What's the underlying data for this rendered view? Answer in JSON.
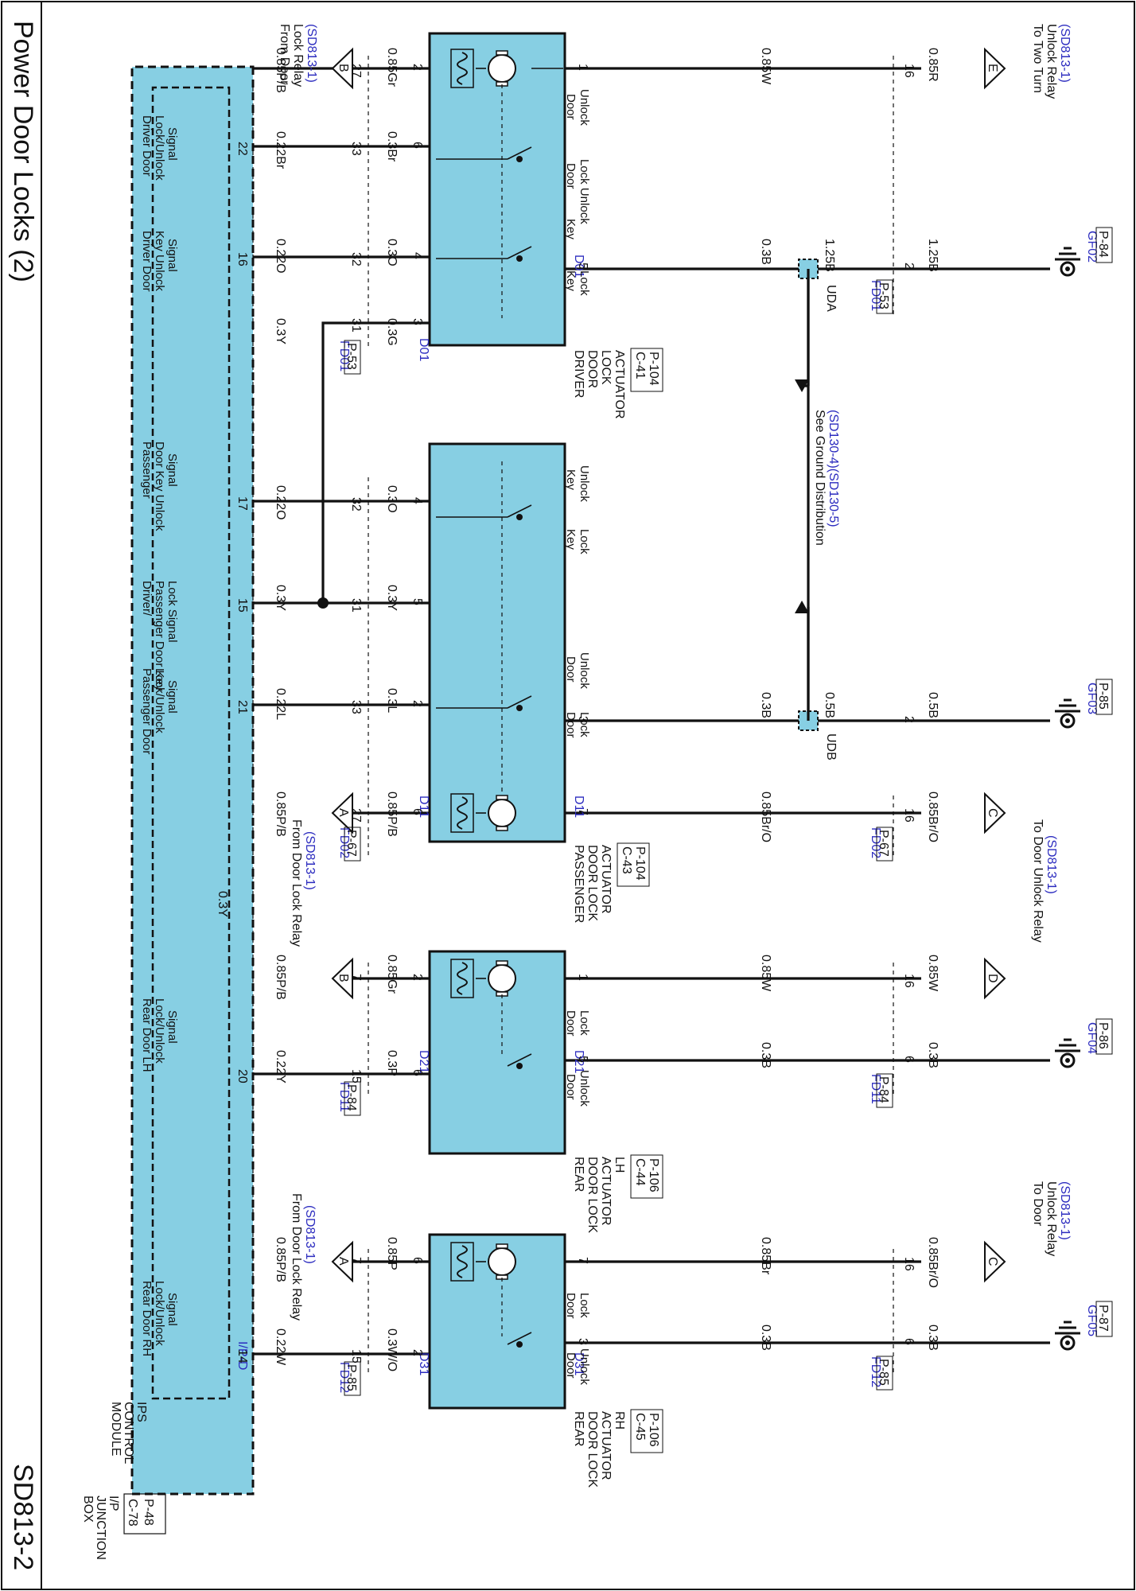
{
  "title": "Power Door Locks (2)",
  "code": "SD813-2",
  "ips": {
    "name_lines": [
      "IPS",
      "CONTROL",
      "MODULE"
    ],
    "jbox_lines": [
      "I/P",
      "JUNCTION",
      "BOX"
    ],
    "conn": [
      "P-48",
      "C-78"
    ],
    "i_p": "I/P-D",
    "pins": [
      {
        "pin": "22",
        "label": [
          "Driver Door",
          "Lock/Unlock",
          "Signal"
        ]
      },
      {
        "pin": "16",
        "label": [
          "Driver Door",
          "Key Unlock",
          "Signal"
        ]
      },
      {
        "pin": "17",
        "label": [
          "Passenger",
          "Door Key Unlock",
          "Signal"
        ]
      },
      {
        "pin": "15",
        "label": [
          "Driver/",
          "Passenger Door Key",
          "Lock Signal"
        ]
      },
      {
        "pin": "21",
        "label": [
          "Passenger Door",
          "Lock/Unlock",
          "Signal"
        ]
      },
      {
        "pin": "20",
        "label": [
          "Rear Door LH",
          "Lock/Unlock",
          "Signal"
        ]
      },
      {
        "pin": "14",
        "label": [
          "Rear Door RH",
          "Lock/Unlock",
          "Signal"
        ]
      }
    ]
  },
  "actuators": [
    {
      "name": [
        "DRIVER",
        "DOOR",
        "LOCK",
        "ACTUATOR"
      ],
      "conn": [
        "P-104",
        "C-41"
      ],
      "id": "D01",
      "switch1": [
        "Door",
        "Unlock"
      ],
      "switch1b": [
        "Door",
        "Lock Unlock"
      ],
      "switch2": [
        "Key"
      ],
      "switch2b": [
        "Key",
        "Lock"
      ]
    },
    {
      "name": [
        "PASSENGER",
        "DOOR LOCK",
        "ACTUATOR"
      ],
      "conn": [
        "P-104",
        "C-43"
      ],
      "id": "D11",
      "switch1": [
        "Key",
        "Unlock"
      ],
      "switch1b": [
        "Key",
        "Lock"
      ],
      "switch2": [
        "Door",
        "Unlock"
      ],
      "switch2b": [
        "Door",
        "Lock"
      ]
    },
    {
      "name": [
        "REAR",
        "DOOR LOCK",
        "ACTUATOR",
        "LH"
      ],
      "conn": [
        "P-106",
        "C-44"
      ],
      "id": "D21",
      "switch1": [
        "Door",
        "Lock"
      ],
      "switch1b": [
        "Door",
        "Unlock"
      ]
    },
    {
      "name": [
        "REAR",
        "DOOR LOCK",
        "ACTUATOR",
        "RH"
      ],
      "conn": [
        "P-106",
        "C-45"
      ],
      "id": "D31",
      "switch1": [
        "Door",
        "Lock"
      ],
      "switch1b": [
        "Door",
        "Unlock"
      ]
    }
  ],
  "connectors": {
    "fd01": "FD01",
    "fd02": "FD02",
    "fd11": "FD11",
    "fd12": "FD12",
    "p53": "P-53",
    "p67": "P-67",
    "p84": "P-84",
    "p85": "P-85"
  },
  "grounds": [
    {
      "id": "GF02",
      "conn": "P-84"
    },
    {
      "id": "GF03",
      "conn": "P-85"
    },
    {
      "id": "GF04",
      "conn": "P-86"
    },
    {
      "id": "GF05",
      "conn": "P-87"
    }
  ],
  "splices": {
    "uda": "UDA",
    "udb": "UDB"
  },
  "ground_note": [
    "See Ground Distribution",
    "(SD130-4)(SD130-5)"
  ],
  "refs": {
    "B": "B",
    "A": "A",
    "E": "E",
    "C": "C",
    "D": "D",
    "from_lock_relay": [
      "From Door",
      "Lock Relay",
      "(SD813-1)"
    ],
    "from_lock_relay2": [
      "From Door Lock Relay",
      "(SD813-1)"
    ],
    "to_two_turn": [
      "To Two Turn",
      "Unlock Relay",
      "(SD813-1)"
    ],
    "to_unlock_relay": [
      "To Door Unlock Relay",
      "(SD813-1)"
    ],
    "to_door_unlock": [
      "To Door",
      "Unlock Relay",
      "(SD813-1)"
    ]
  },
  "wires": {
    "w1": "0.85P/B",
    "w2": "0.85Gr",
    "w3": "0.22Br",
    "w4": "0.3Br",
    "w5": "0.22O",
    "w6": "0.3O",
    "w7": "0.3Y",
    "w8": "0.3G",
    "w9": "0.85W",
    "w10": "0.85R",
    "w11": "0.3B",
    "w12": "1.25B",
    "w13": "1.25B",
    "p1": "0.22O",
    "p2": "0.3O",
    "p3": "0.3Y",
    "p4": "0.3Y",
    "p5": "0.3Y",
    "p6": "0.22L",
    "p7": "0.3L",
    "p8": "0.85P/B",
    "p9": "0.85P/B",
    "p10": "0.3B",
    "p11": "0.5B",
    "p12": "0.5B",
    "p13": "0.85Br/O",
    "p14": "0.85Br/O",
    "l1": "0.85P/B",
    "l2": "0.85Gr",
    "l3": "0.22Y",
    "l4": "0.3P",
    "l5": "0.85W",
    "l6": "0.85W",
    "l7": "0.3B",
    "l8": "0.3B",
    "r1": "0.85P/B",
    "r2": "0.85P",
    "r3": "0.22W",
    "r4": "0.3W/O",
    "r5": "0.85Br",
    "r6": "0.85Br/O",
    "r7": "0.3B",
    "r8": "0.3B"
  },
  "pins": {
    "d_27": "27",
    "d_2": "2",
    "d_33": "33",
    "d_6": "6",
    "d_32": "32",
    "d_4": "4",
    "d_31": "31",
    "d_3": "3",
    "d_1": "1",
    "d_16": "16",
    "d_5": "5",
    "d_2b": "2",
    "p_32": "32",
    "p_4": "4",
    "p_31": "31",
    "p_5": "5",
    "p_33": "33",
    "p_2": "2",
    "p_27": "27",
    "p_6": "6",
    "p_3": "3",
    "p_2b": "2",
    "p_7": "7",
    "p_16": "16",
    "l_7": "7",
    "l_2": "2",
    "l_15": "15",
    "l_6": "6",
    "l_1": "1",
    "l_16": "16",
    "l_5": "5",
    "l_6b": "6",
    "r_7": "7",
    "r_6": "6",
    "r_15": "15",
    "r_2": "2",
    "r_7b": "7",
    "r_16": "16",
    "r_3": "3",
    "r_6b": "6"
  },
  "ips_y": "0.3Y"
}
